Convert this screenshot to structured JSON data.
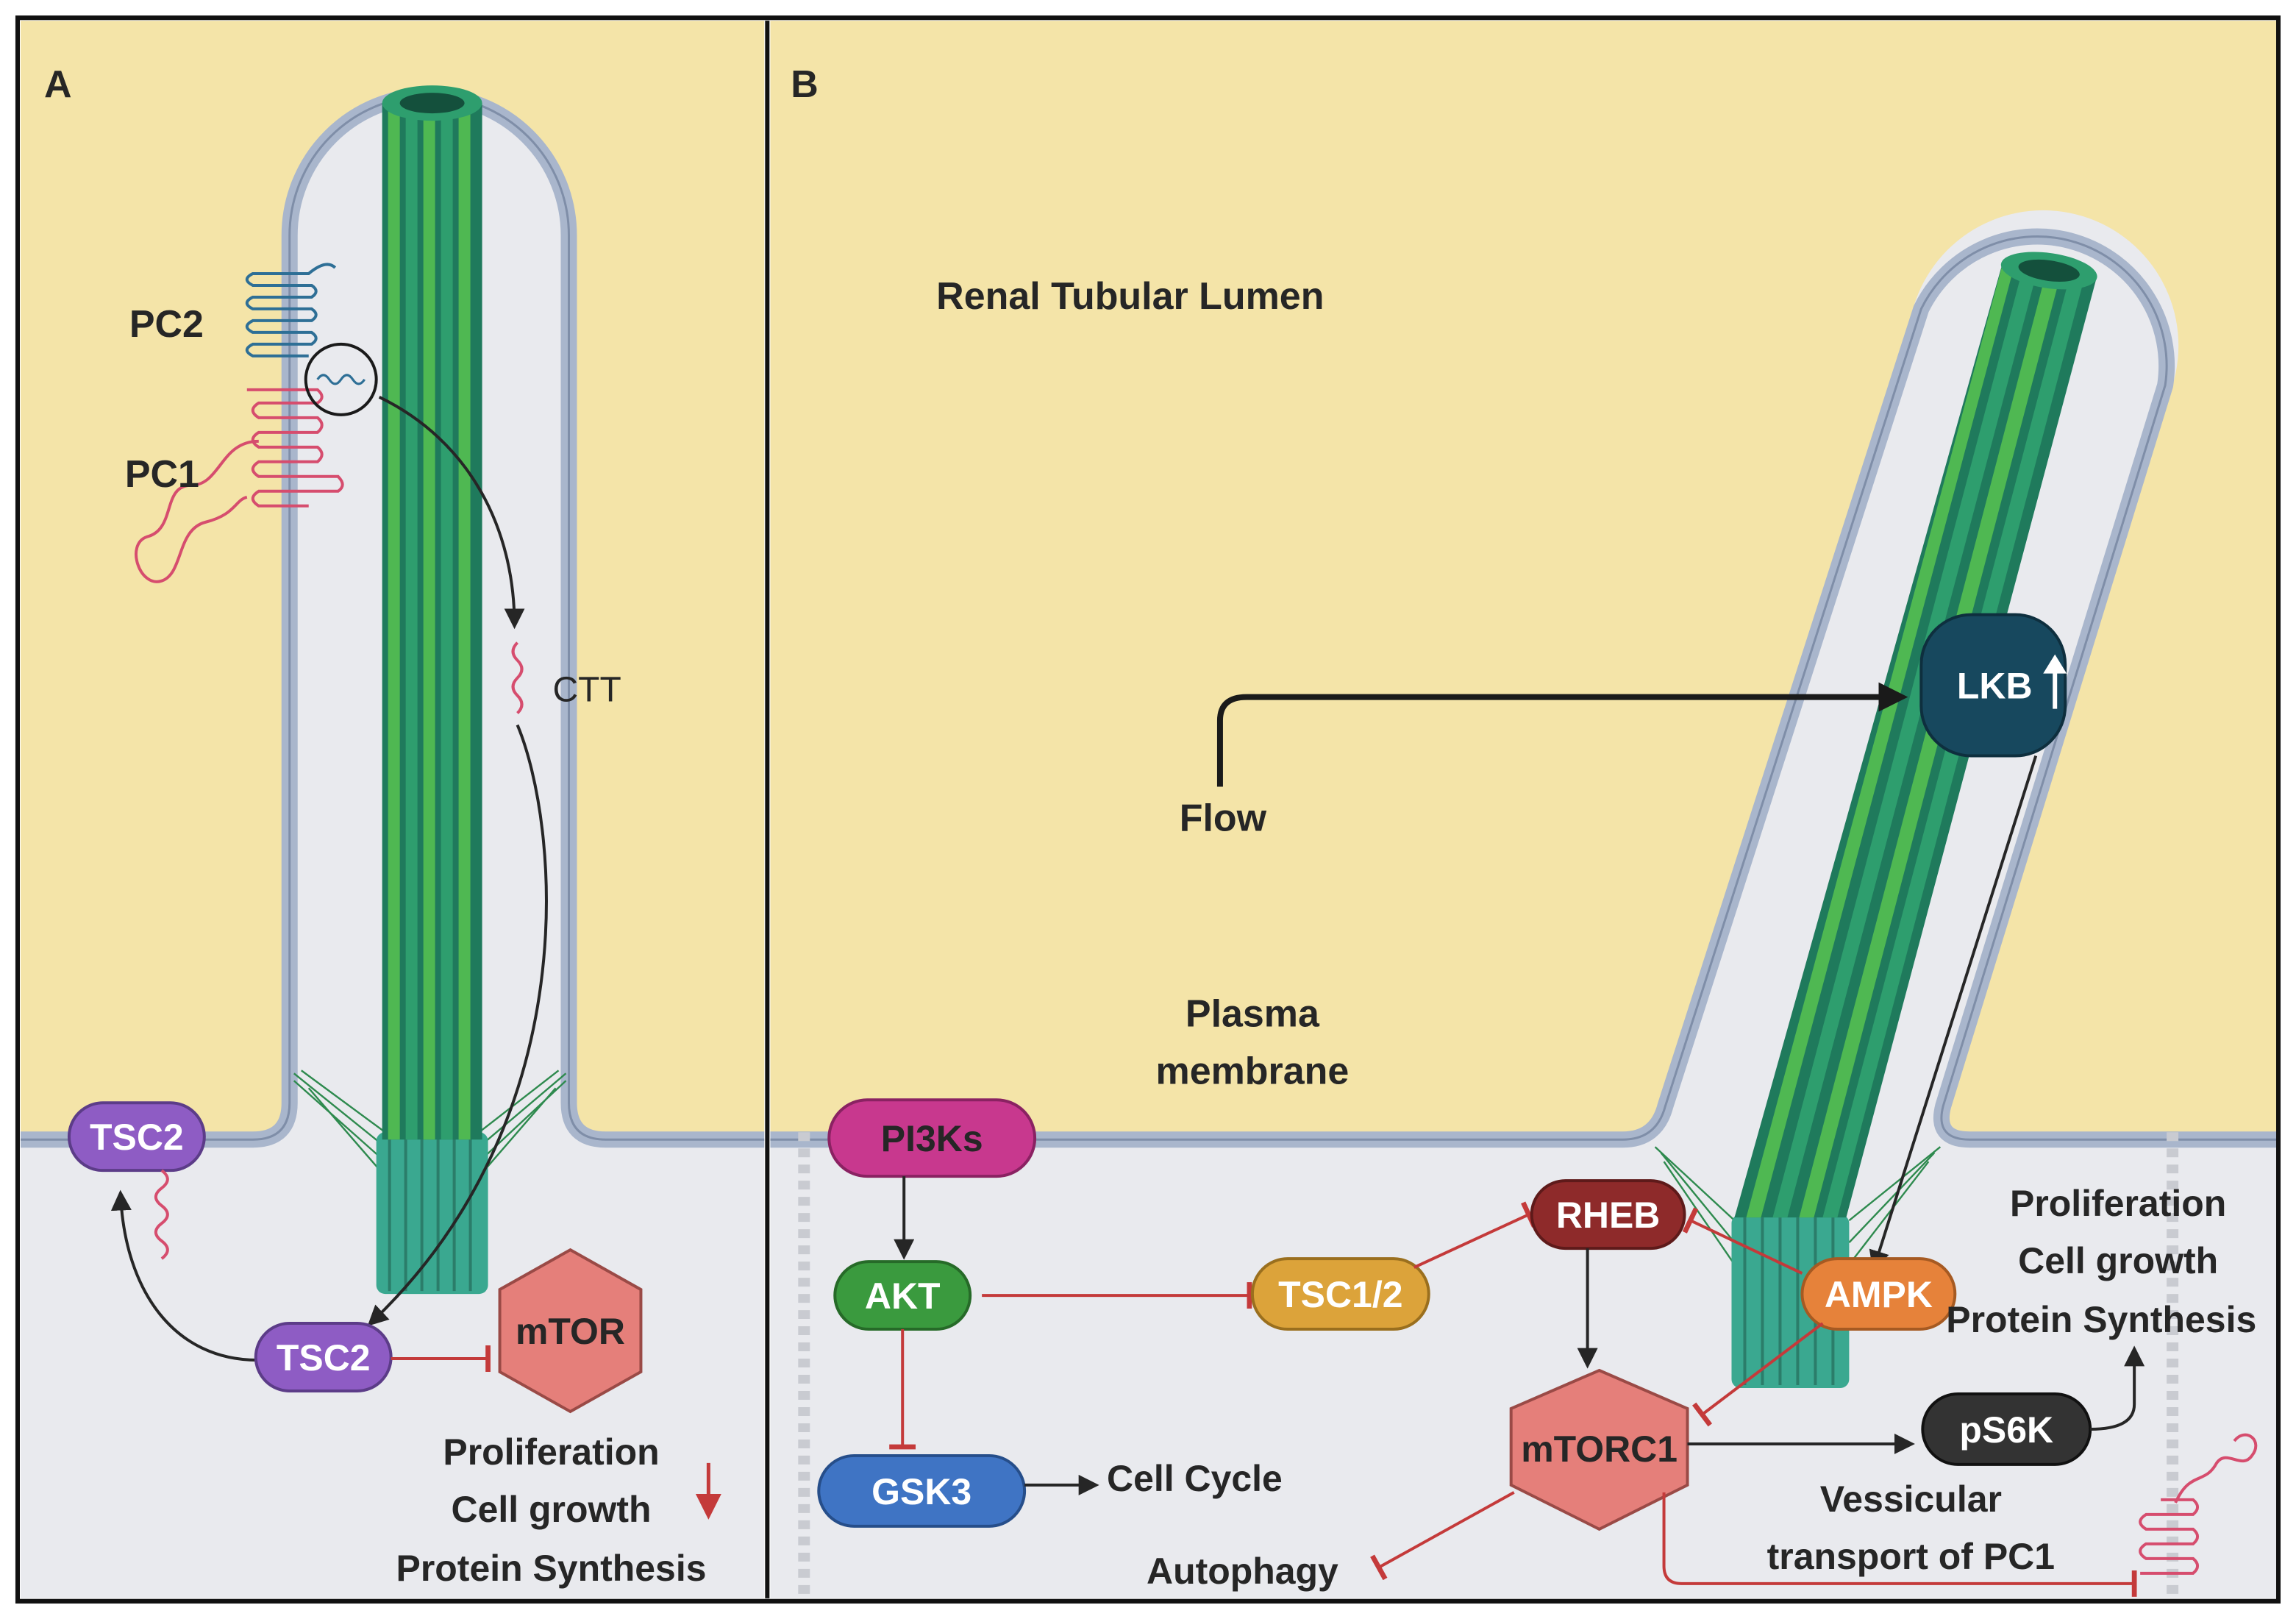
{
  "panel_a": {
    "letter": "A",
    "pc2": "PC2",
    "pc1": "PC1",
    "ctt": "CTT",
    "tsc2_membrane": "TSC2",
    "tsc2_cytosol": "TSC2",
    "mtor": "mTOR",
    "outcomes": [
      "Proliferation",
      "Cell growth",
      "Protein Synthesis"
    ]
  },
  "panel_b": {
    "letter": "B",
    "lumen": "Renal Tubular Lumen",
    "flow": "Flow",
    "lkb": "LKB",
    "plasma_membrane": [
      "Plasma",
      "membrane"
    ],
    "pi3ks": "PI3Ks",
    "akt": "AKT",
    "gsk3": "GSK3",
    "cell_cycle": "Cell Cycle",
    "tsc12": "TSC1/2",
    "rheb": "RHEB",
    "ampk": "AMPK",
    "mtorc1": "mTORC1",
    "ps6k": "pS6K",
    "autophagy": "Autophagy",
    "outcomes": [
      "Proliferation",
      "Cell growth",
      "Protein Synthesis"
    ],
    "vesicular": [
      "Vessicular",
      "transport of PC1"
    ]
  },
  "colors": {
    "lumen": "#f4e4a8",
    "cytosol": "#e9eaee",
    "membrane": "#a9b6cc",
    "cilium_dark": "#1f7a5c",
    "cilium_mid": "#2e9e6e",
    "cilium_light": "#4fb852",
    "basal_body": "#3aa890",
    "tsc2": "#8e5cc4",
    "pi3ks": "#c8388e",
    "akt": "#3a9a3e",
    "gsk3": "#3f74c4",
    "tsc12": "#dca33a",
    "rheb": "#8e2a2a",
    "ampk": "#e6823a",
    "ps6k": "#333333",
    "lkb": "#17485e",
    "mtor": "#e57f7a",
    "inhibit": "#c43a3a",
    "pc1": "#d64d6e",
    "pc2": "#2e6f96"
  }
}
